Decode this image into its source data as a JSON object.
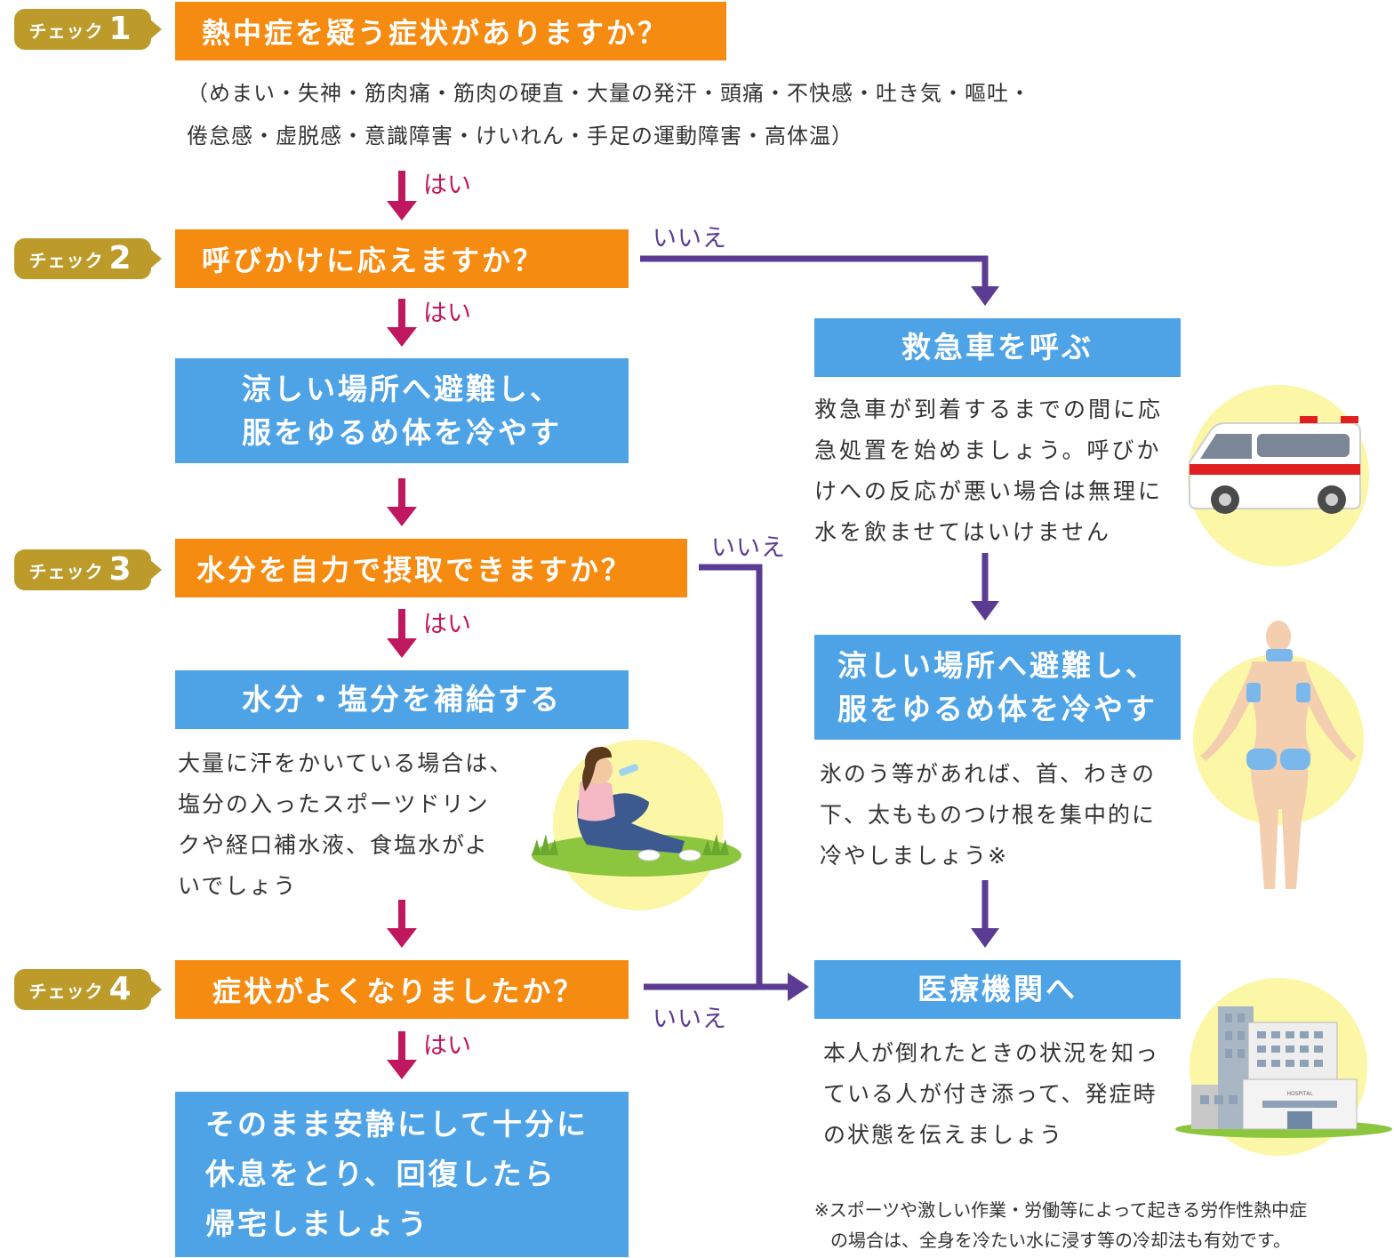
{
  "check_label": "チェック",
  "checks": [
    {
      "num": "1",
      "question": "熱中症を疑う症状がありますか？"
    },
    {
      "num": "2",
      "question": "呼びかけに応えますか？"
    },
    {
      "num": "3",
      "question": "水分を自力で摂取できますか？"
    },
    {
      "num": "4",
      "question": "症状がよくなりましたか？"
    }
  ],
  "symptoms": [
    "（めまい・失神・筋肉痛・筋肉の硬直・大量の発汗・頭痛・不快感・吐き気・嘔吐・",
    "倦怠感・虚脱感・意識障害・けいれん・手足の運動障害・高体温）"
  ],
  "yes_label": "はい",
  "no_label": "いいえ",
  "left_actions": {
    "cool_down": [
      "涼しい場所へ避難し、",
      "服をゆるめ体を冷やす"
    ],
    "hydrate": "水分・塩分を補給する",
    "hydrate_note": [
      "大量に汗をかいている場合は、",
      "塩分の入ったスポーツドリン",
      "クや経口補水液、食塩水がよ",
      "いでしょう"
    ],
    "rest": [
      "そのまま安静にして十分に",
      "休息をとり、回復したら",
      "帰宅しましょう"
    ]
  },
  "right_actions": {
    "ambulance": "救急車を呼ぶ",
    "ambulance_note": [
      "救急車が到着するまでの間に応",
      "急処置を始めましょう。呼びか",
      "けへの反応が悪い場合は無理に",
      "水を飲ませてはいけません"
    ],
    "cool_down": [
      "涼しい場所へ避難し、",
      "服をゆるめ体を冷やす"
    ],
    "cool_note": [
      "氷のう等があれば、首、わきの",
      "下、太もものつけ根を集中的に",
      "冷やしましょう※"
    ],
    "hospital": "医療機関へ",
    "hospital_note": [
      "本人が倒れたときの状況を知っ",
      "ている人が付き添って、発症時",
      "の状態を伝えましょう"
    ]
  },
  "footnote": [
    "※スポーツや激しい作業・労働等によって起きる労作性熱中症",
    "の場合は、全身を冷たい水に浸す等の冷却法も有効です。"
  ],
  "hospital_sign": "HOSPITAL",
  "colors": {
    "orange": "#f68b12",
    "blue": "#4ea3e6",
    "gold": "#bd9b2b",
    "yes_arrow": "#c0185e",
    "no_arrow": "#5b3c92",
    "halo": "#fbf7a6"
  }
}
